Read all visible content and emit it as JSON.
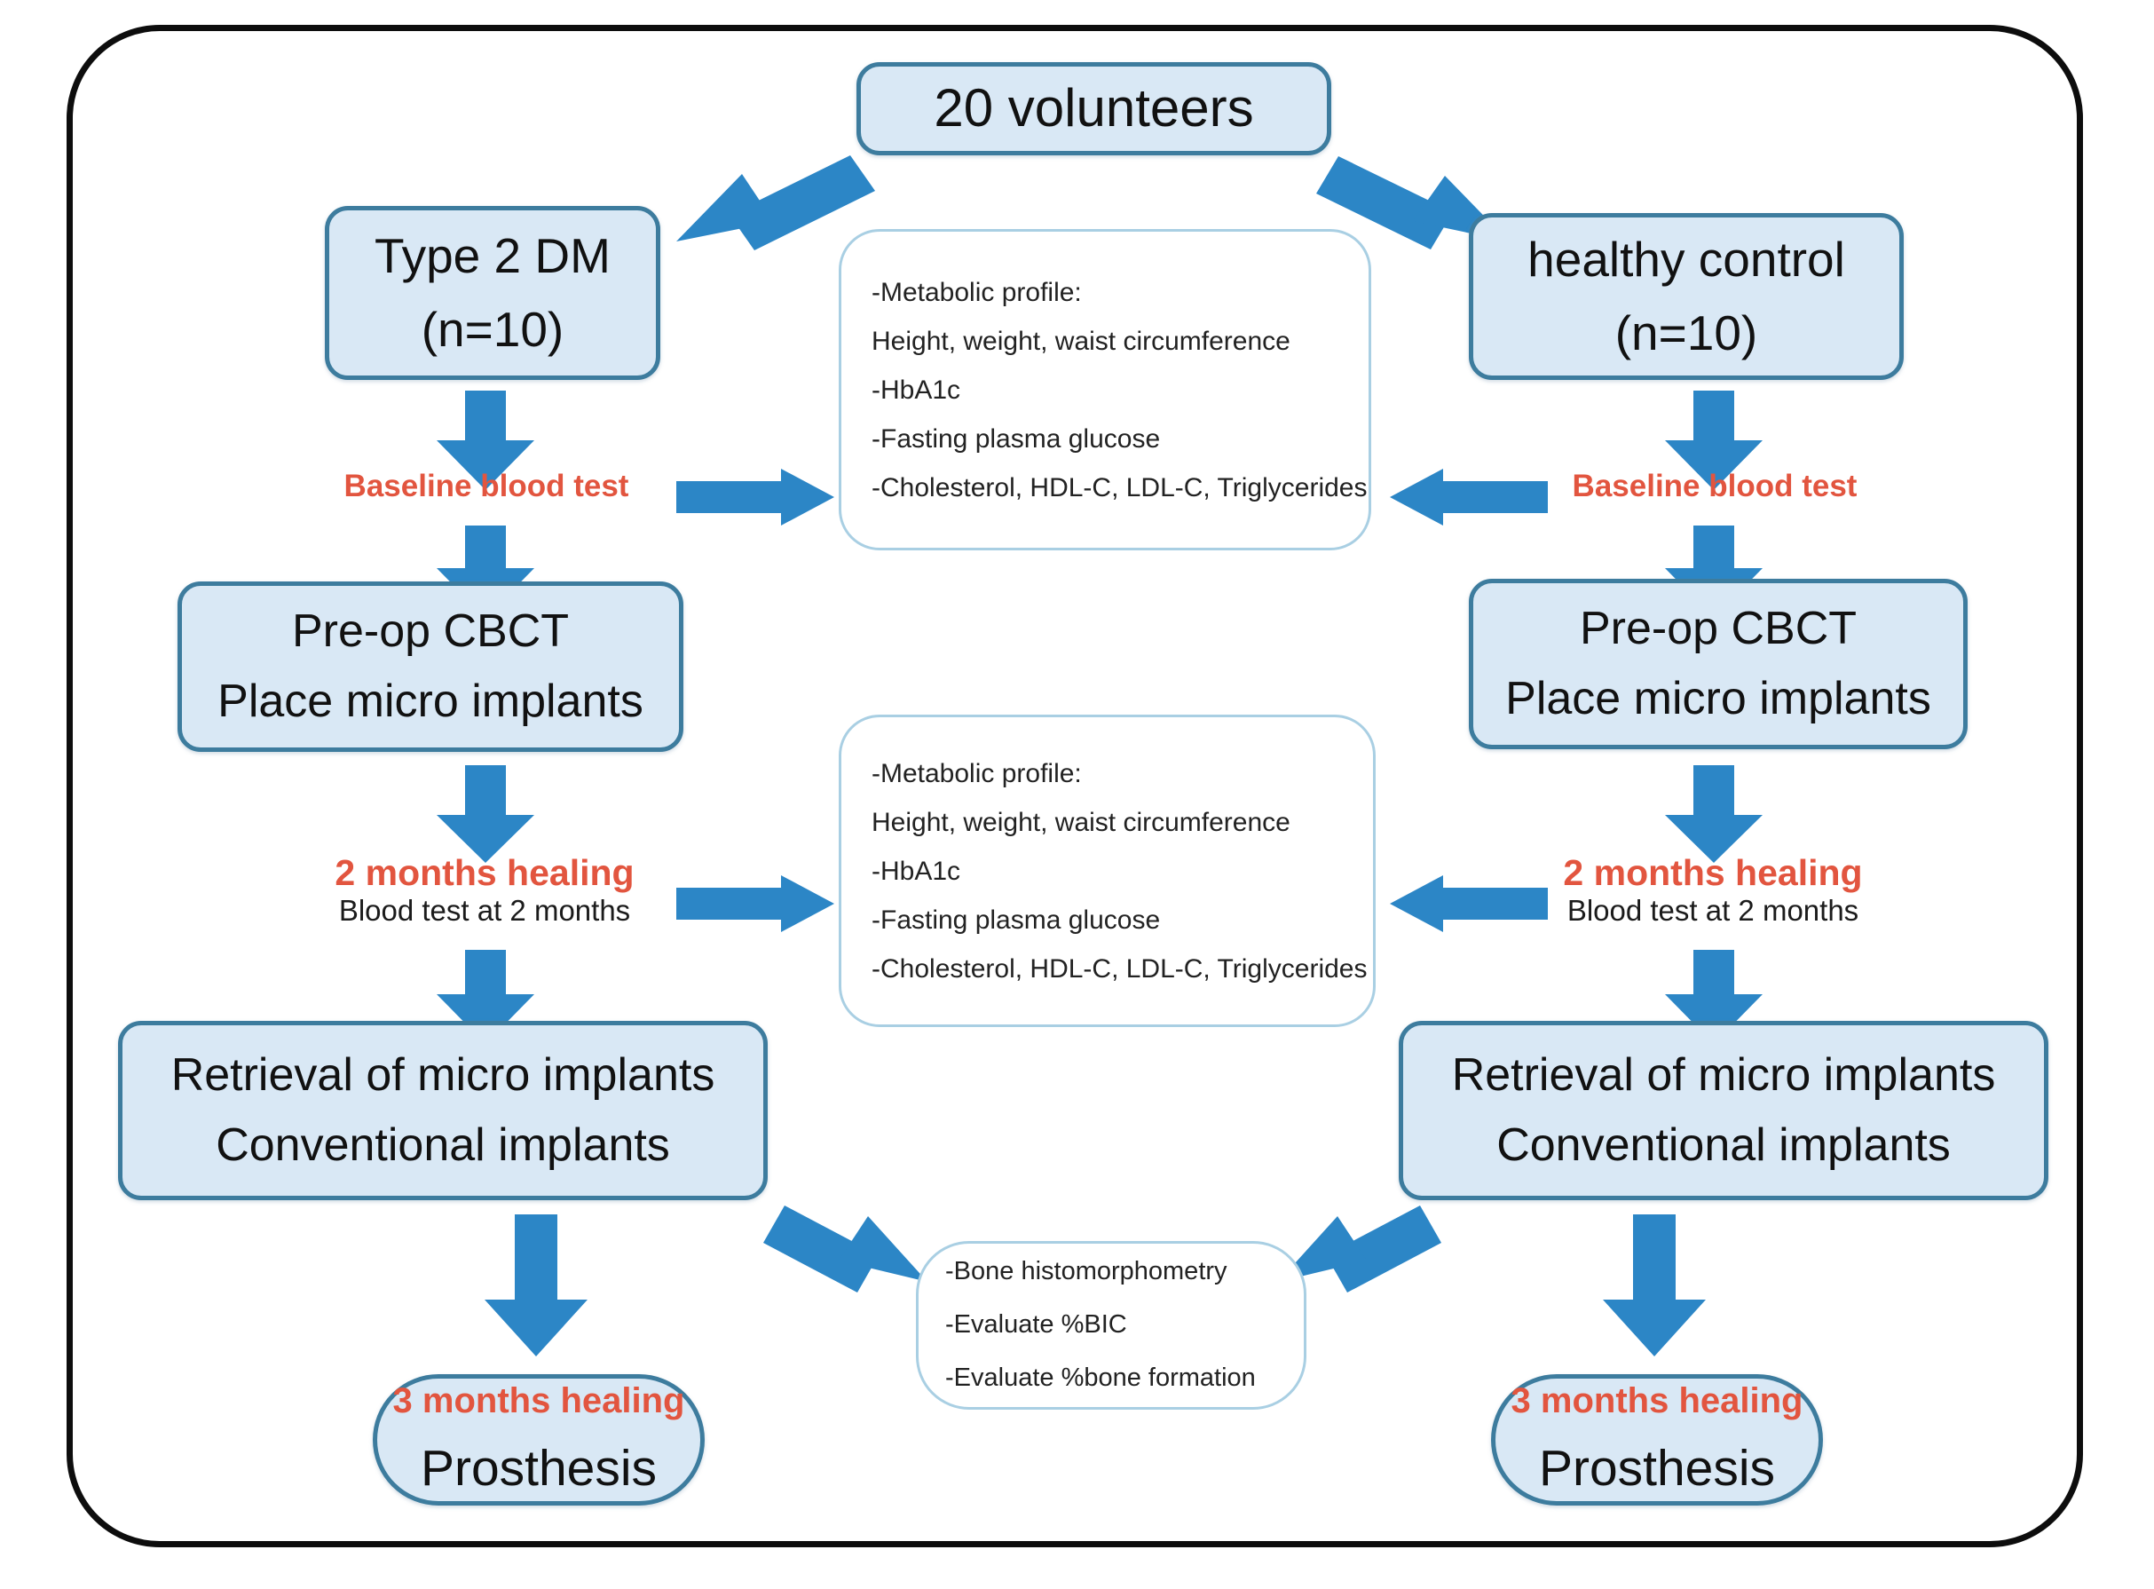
{
  "colors": {
    "node_fill": "#d9e8f5",
    "node_border": "#3d7c9e",
    "arrow": "#2c86c6",
    "red_text": "#e2553f",
    "panel_border": "#a9cfe3",
    "frame": "#0d0d0d"
  },
  "nodes": {
    "volunteers": {
      "line1": "20 volunteers"
    },
    "dm_group": {
      "line1": "Type 2 DM",
      "line2": "(n=10)"
    },
    "control_group": {
      "line1": "healthy control",
      "line2": "(n=10)"
    },
    "cbct_left": {
      "line1": "Pre-op CBCT",
      "line2": "Place micro implants"
    },
    "cbct_right": {
      "line1": "Pre-op CBCT",
      "line2": "Place micro implants"
    },
    "retrieval_left": {
      "line1": "Retrieval of micro implants",
      "line2": "Conventional implants"
    },
    "retrieval_right": {
      "line1": "Retrieval of micro implants",
      "line2": "Conventional implants"
    },
    "prosthesis_left": {
      "line1": "3 months healing",
      "line2": "Prosthesis"
    },
    "prosthesis_right": {
      "line1": "3 months healing",
      "line2": "Prosthesis"
    }
  },
  "captions": {
    "baseline_left": {
      "red": "Baseline blood test"
    },
    "baseline_right": {
      "red": "Baseline blood test"
    },
    "healing_left": {
      "red": "2 months healing",
      "black": "Blood test at 2 months"
    },
    "healing_right": {
      "red": "2 months healing",
      "black": "Blood test at 2 months"
    }
  },
  "panels": {
    "metabolic_top": {
      "items": [
        "-Metabolic profile:",
        "Height, weight, waist circumference",
        "-HbA1c",
        "-Fasting plasma glucose",
        "-Cholesterol, HDL-C, LDL-C, Triglycerides"
      ]
    },
    "metabolic_mid": {
      "items": [
        "-Metabolic profile:",
        "Height, weight, waist circumference",
        "-HbA1c",
        "-Fasting plasma glucose",
        "-Cholesterol, HDL-C, LDL-C, Triglycerides"
      ]
    },
    "histomorphometry": {
      "items": [
        "-Bone histomorphometry",
        "-Evaluate %BIC",
        "-Evaluate %bone formation"
      ]
    }
  },
  "chart_data": {
    "type": "table",
    "title": "Study design flowchart: Type 2 DM vs healthy control implant osseointegration",
    "nodes": [
      {
        "id": "volunteers",
        "label": "20 volunteers",
        "level": 0,
        "branch": "center"
      },
      {
        "id": "dm_group",
        "label": "Type 2 DM (n=10)",
        "level": 1,
        "branch": "left"
      },
      {
        "id": "control_group",
        "label": "healthy control (n=10)",
        "level": 1,
        "branch": "right"
      },
      {
        "id": "baseline_left",
        "label": "Baseline blood test",
        "level": 2,
        "branch": "left"
      },
      {
        "id": "baseline_right",
        "label": "Baseline blood test",
        "level": 2,
        "branch": "right"
      },
      {
        "id": "metabolic_top",
        "label": "-Metabolic profile: Height, weight, waist circumference; -HbA1c; -Fasting plasma glucose; -Cholesterol, HDL-C, LDL-C, Triglycerides",
        "level": 2,
        "branch": "center"
      },
      {
        "id": "cbct_left",
        "label": "Pre-op CBCT / Place micro implants",
        "level": 3,
        "branch": "left"
      },
      {
        "id": "cbct_right",
        "label": "Pre-op CBCT / Place micro implants",
        "level": 3,
        "branch": "right"
      },
      {
        "id": "healing_left",
        "label": "2 months healing / Blood test at 2 months",
        "level": 4,
        "branch": "left"
      },
      {
        "id": "healing_right",
        "label": "2 months healing / Blood test at 2 months",
        "level": 4,
        "branch": "right"
      },
      {
        "id": "metabolic_mid",
        "label": "-Metabolic profile: Height, weight, waist circumference; -HbA1c; -Fasting plasma glucose; -Cholesterol, HDL-C, LDL-C, Triglycerides",
        "level": 4,
        "branch": "center"
      },
      {
        "id": "retrieval_left",
        "label": "Retrieval of micro implants / Conventional implants",
        "level": 5,
        "branch": "left"
      },
      {
        "id": "retrieval_right",
        "label": "Retrieval of micro implants / Conventional implants",
        "level": 5,
        "branch": "right"
      },
      {
        "id": "histomorphometry",
        "label": "-Bone histomorphometry; -Evaluate %BIC; -Evaluate %bone formation",
        "level": 6,
        "branch": "center"
      },
      {
        "id": "prosthesis_left",
        "label": "3 months healing / Prosthesis",
        "level": 7,
        "branch": "left"
      },
      {
        "id": "prosthesis_right",
        "label": "3 months healing / Prosthesis",
        "level": 7,
        "branch": "right"
      }
    ],
    "edges": [
      {
        "from": "volunteers",
        "to": "dm_group"
      },
      {
        "from": "volunteers",
        "to": "control_group"
      },
      {
        "from": "dm_group",
        "to": "baseline_left"
      },
      {
        "from": "control_group",
        "to": "baseline_right"
      },
      {
        "from": "baseline_left",
        "to": "metabolic_top"
      },
      {
        "from": "baseline_right",
        "to": "metabolic_top"
      },
      {
        "from": "baseline_left",
        "to": "cbct_left"
      },
      {
        "from": "baseline_right",
        "to": "cbct_right"
      },
      {
        "from": "cbct_left",
        "to": "healing_left"
      },
      {
        "from": "cbct_right",
        "to": "healing_right"
      },
      {
        "from": "healing_left",
        "to": "metabolic_mid"
      },
      {
        "from": "healing_right",
        "to": "metabolic_mid"
      },
      {
        "from": "healing_left",
        "to": "retrieval_left"
      },
      {
        "from": "healing_right",
        "to": "retrieval_right"
      },
      {
        "from": "retrieval_left",
        "to": "histomorphometry"
      },
      {
        "from": "retrieval_right",
        "to": "histomorphometry"
      },
      {
        "from": "retrieval_left",
        "to": "prosthesis_left"
      },
      {
        "from": "retrieval_right",
        "to": "prosthesis_right"
      }
    ]
  }
}
